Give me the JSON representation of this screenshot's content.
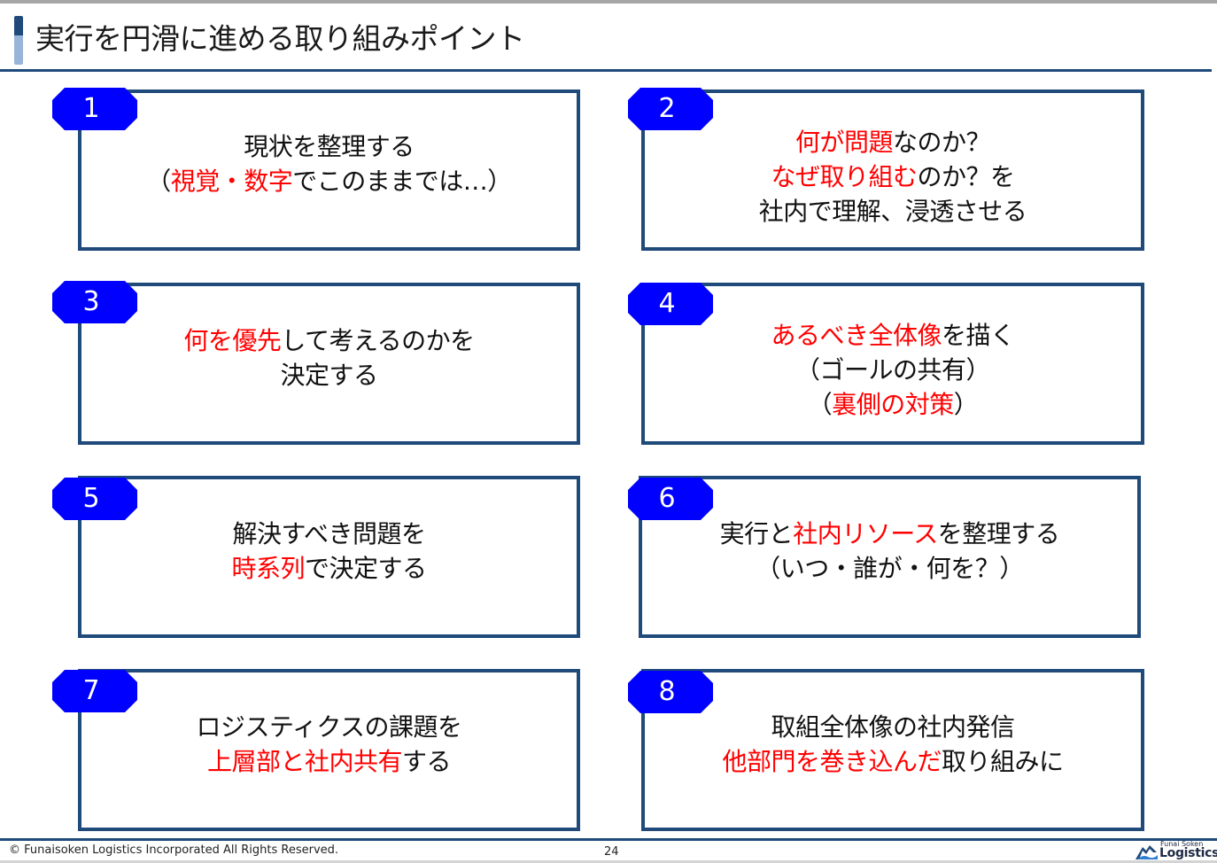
{
  "header": {
    "title": "実行を円滑に進める取り組みポイント"
  },
  "colors": {
    "box_border": "#1f4a7a",
    "badge_fill": "#0000ff",
    "emphasis_red": "#ff0000",
    "accent_dark": "#1f4a7a",
    "accent_light": "#98b4d8"
  },
  "cards": [
    {
      "number": "1",
      "lines": [
        [
          {
            "text": "現状を整理する",
            "red": false
          }
        ],
        [
          {
            "text": "（",
            "red": false
          },
          {
            "text": "視覚・数字",
            "red": true
          },
          {
            "text": "でこのままでは…）",
            "red": false
          }
        ]
      ]
    },
    {
      "number": "2",
      "lines": [
        [
          {
            "text": "何が問題",
            "red": true
          },
          {
            "text": "なのか？",
            "red": false
          }
        ],
        [
          {
            "text": "なぜ取り組む",
            "red": true
          },
          {
            "text": "のか？を",
            "red": false
          }
        ],
        [
          {
            "text": "社内で理解、浸透させる",
            "red": false
          }
        ]
      ]
    },
    {
      "number": "3",
      "lines": [
        [
          {
            "text": "何を優先",
            "red": true
          },
          {
            "text": "して考えるのかを",
            "red": false
          }
        ],
        [
          {
            "text": "決定する",
            "red": false
          }
        ]
      ]
    },
    {
      "number": "4",
      "lines": [
        [
          {
            "text": "あるべき全体像",
            "red": true
          },
          {
            "text": "を描く",
            "red": false
          }
        ],
        [
          {
            "text": "（ゴールの共有）",
            "red": false
          }
        ],
        [
          {
            "text": "（",
            "red": false
          },
          {
            "text": "裏側の対策",
            "red": true
          },
          {
            "text": "）",
            "red": false
          }
        ]
      ]
    },
    {
      "number": "5",
      "lines": [
        [
          {
            "text": "解決すべき問題を",
            "red": false
          }
        ],
        [
          {
            "text": "時系列",
            "red": true
          },
          {
            "text": "で決定する",
            "red": false
          }
        ]
      ]
    },
    {
      "number": "6",
      "lines": [
        [
          {
            "text": "実行と",
            "red": false
          },
          {
            "text": "社内リソース",
            "red": true
          },
          {
            "text": "を整理する",
            "red": false
          }
        ],
        [
          {
            "text": "（いつ・誰が・何を？）",
            "red": false
          }
        ]
      ]
    },
    {
      "number": "7",
      "lines": [
        [
          {
            "text": "ロジスティクスの課題を",
            "red": false
          }
        ],
        [
          {
            "text": "上層部と社内共有",
            "red": true
          },
          {
            "text": "する",
            "red": false
          }
        ]
      ]
    },
    {
      "number": "8",
      "lines": [
        [
          {
            "text": "取組全体像の社内発信",
            "red": false
          }
        ],
        [
          {
            "text": "他部門を巻き込んだ",
            "red": true
          },
          {
            "text": "取り組みに",
            "red": false
          }
        ]
      ]
    }
  ],
  "footer": {
    "copyright": "© Funaisoken Logistics Incorporated All Rights Reserved.",
    "page_number": "24",
    "logo_small": "Funai Soken",
    "logo_big": "Logistics"
  }
}
